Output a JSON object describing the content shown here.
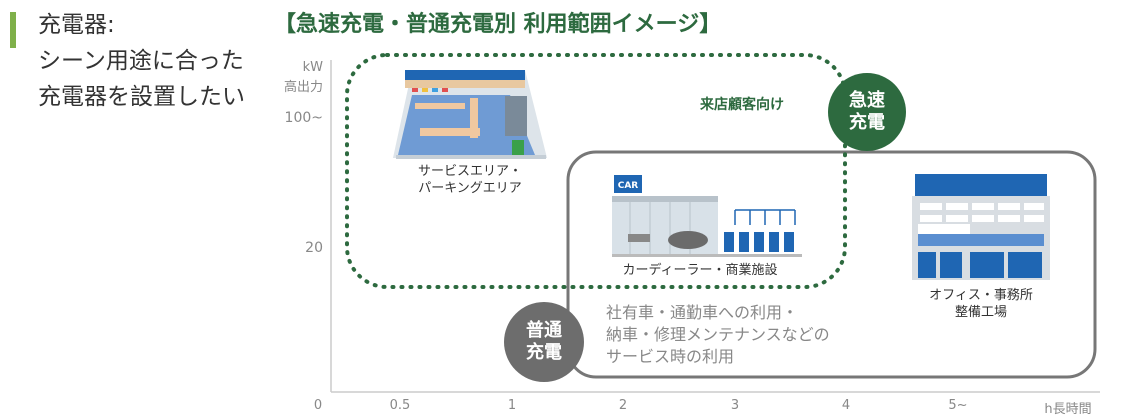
{
  "heading": {
    "line1": "充電器:",
    "line2": "シーン用途に合った",
    "line3": "充電器を設置したい"
  },
  "title": "【急速充電・普通充電別 利用範囲イメージ】",
  "y_axis": {
    "unit": "kW",
    "unit_label": "高出力",
    "ticks": [
      "100~",
      "20"
    ]
  },
  "x_axis": {
    "ticks": [
      "0",
      "0.5",
      "1",
      "2",
      "3",
      "4",
      "5~"
    ],
    "unit_label": "h長時間"
  },
  "quick_charge": {
    "label": "急速\n充電",
    "audience": "来店顧客向け",
    "color": "#2d6a3f"
  },
  "normal_charge": {
    "label": "普通\n充電",
    "usage": "社有車・通勤車への利用・\n納車・修理メンテナンスなどの\nサービス時の利用",
    "color": "#6d6d6d"
  },
  "facilities": {
    "service_area": "サービスエリア・\nパーキングエリア",
    "dealer": "カーディーラー・商業施設",
    "dealer_sign": "CAR",
    "office": "オフィス・事務所\n整備工場"
  }
}
